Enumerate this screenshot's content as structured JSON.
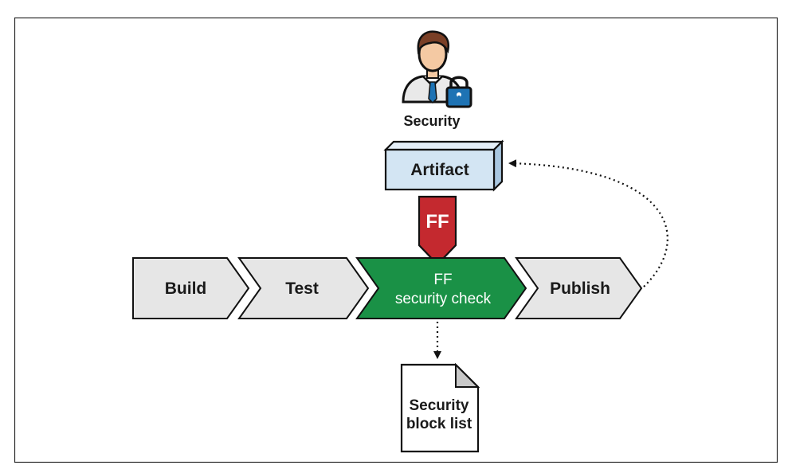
{
  "security": {
    "label": "Security"
  },
  "artifact": {
    "label": "Artifact"
  },
  "ff_marker": {
    "label": "FF"
  },
  "pipeline": {
    "stages": [
      {
        "label": "Build"
      },
      {
        "label": "Test"
      },
      {
        "line1": "FF",
        "line2": "security check"
      },
      {
        "label": "Publish"
      }
    ]
  },
  "blocklist": {
    "line1": "Security",
    "line2": "block list"
  },
  "colors": {
    "stage_fill": "#e6e6e6",
    "ff_stage_fill": "#1a9146",
    "ff_marker_fill": "#c4292f",
    "artifact_fill": "#d3e5f3",
    "lock_fill": "#1e73b4"
  }
}
